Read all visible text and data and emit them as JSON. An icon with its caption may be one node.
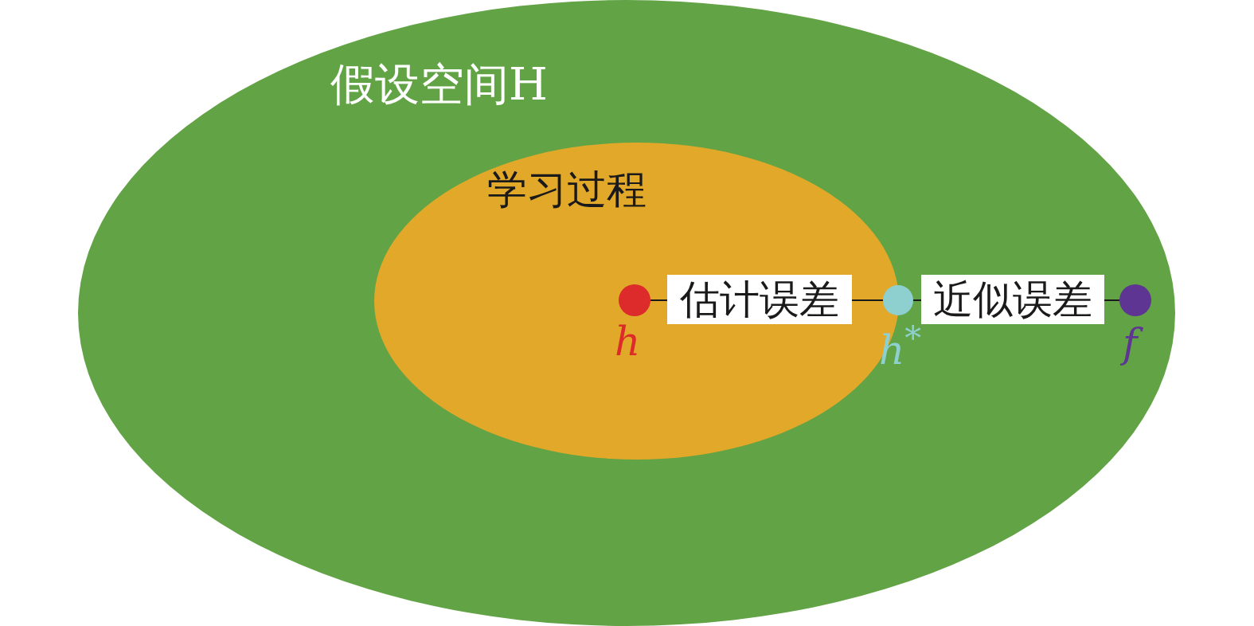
{
  "diagram": {
    "nodes": [
      {
        "text": [
          "假设空间H"
        ]
      },
      {
        "text": [
          "学习过程"
        ],
        "in": 0
      },
      {
        "text": [],
        "shape": "circle",
        "beside": [
          "h"
        ],
        "in": 1
      },
      {
        "text": [],
        "shape": "circle",
        "beside": [
          "*h*$^{*}$"
        ],
        "in": 0
      },
      {
        "text": [],
        "shape": "circle",
        "beside": [
          "f"
        ],
        "in": 0
      }
    ],
    "edges": [
      {
        "from": 2,
        "to": 3,
        "arrow": "none",
        "label": "估计误差"
      },
      {
        "from": 3,
        "to": 4,
        "arrow": "none",
        "label": "近似误差"
      }
    ]
  }
}
